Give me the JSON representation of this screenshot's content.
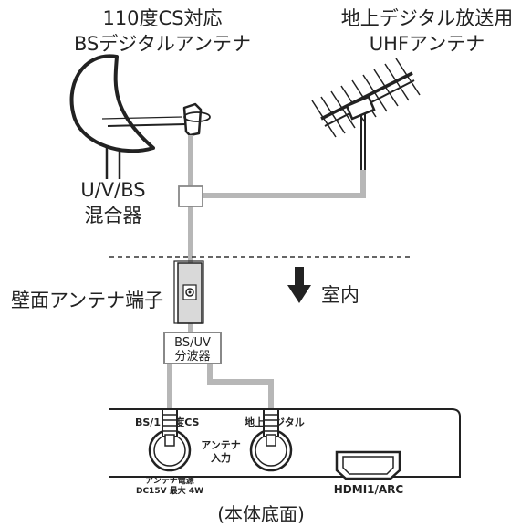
{
  "labels": {
    "bs_antenna_line1": "110度CS対応",
    "bs_antenna_line2": "BSデジタルアンテナ",
    "uhf_antenna_line1": "地上デジタル放送用",
    "uhf_antenna_line2": "UHFアンテナ",
    "mixer_line1": "U/V/BS",
    "mixer_line2": "混合器",
    "wall_terminal": "壁面アンテナ端子",
    "indoor": "室内",
    "splitter_line1": "BS/UV",
    "splitter_line2": "分波器",
    "port_bs": "BS/110度CS",
    "port_terrestrial": "地上デジタル",
    "antenna_input_line1": "アンテナ",
    "antenna_input_line2": "入力",
    "power_line1": "アンテナ電源",
    "power_line2": "DC15V 最大 4W",
    "hdmi": "HDMI1/ARC",
    "caption": "(本体底面)"
  },
  "colors": {
    "cable": "#b7b7b7",
    "line": "#222222",
    "panel": "#d9d9d9"
  }
}
